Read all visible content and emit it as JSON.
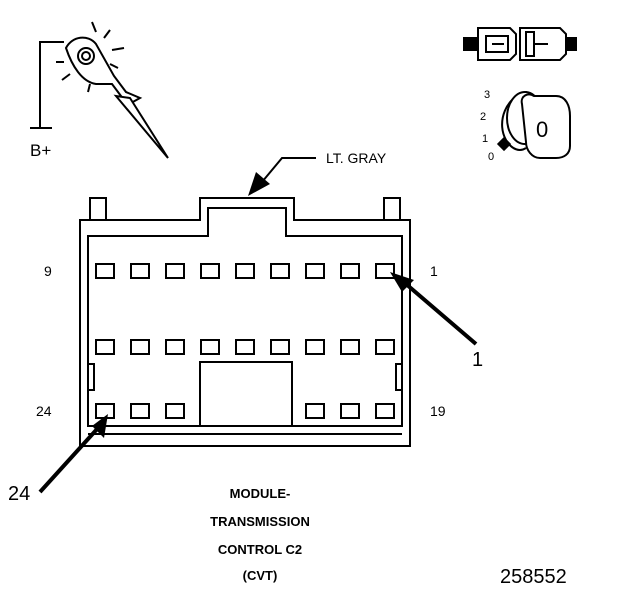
{
  "probe_legend": {
    "power_label": "B+"
  },
  "key_switch": {
    "positions": [
      "3",
      "2",
      "1",
      "0"
    ],
    "key_label": "0"
  },
  "wire_color": "LT. GRAY",
  "connector": {
    "row1_end_left": "9",
    "row1_end_right": "1",
    "row3_end_left": "24",
    "row3_end_right": "19"
  },
  "callouts": {
    "pin_1": "1",
    "pin_24": "24"
  },
  "caption": {
    "line1": "MODULE-",
    "line2": "TRANSMISSION",
    "line3": "CONTROL C2",
    "line4": "(CVT)"
  },
  "figure_number": "258552"
}
